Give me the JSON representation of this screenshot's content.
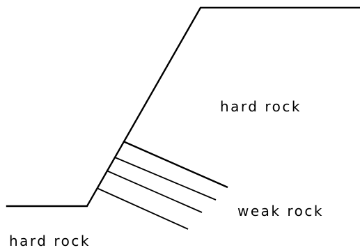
{
  "labels": {
    "hard_rock_upper": "hard rock",
    "weak_rock": "weak rock",
    "hard_rock_lower": "hard rock"
  },
  "colors": {
    "line": "#000000",
    "background": "#ffffff"
  }
}
